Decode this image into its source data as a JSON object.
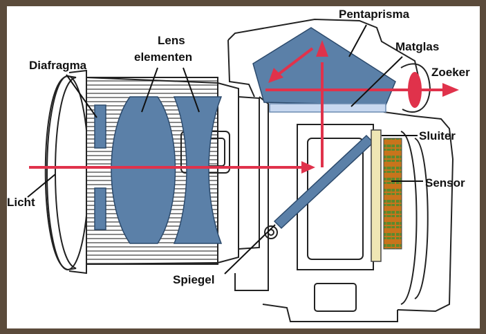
{
  "labels": {
    "pentaprisma": "Pentaprisma",
    "matglas": "Matglas",
    "zoeker": "Zoeker",
    "lens_line1": "Lens",
    "lens_line2": "elementen",
    "diafragma": "Diafragma",
    "sluiter": "Sluiter",
    "sensor": "Sensor",
    "licht": "Licht",
    "spiegel": "Spiegel"
  },
  "colors": {
    "frame": "#5b4b3b",
    "background": "#ffffff",
    "line_art": "#222222",
    "optic_fill": "#5b80a8",
    "optic_stroke": "#2c4a6c",
    "ray": "#e0324b",
    "matglas": "#c8d8f0",
    "sluiter": "#efe6b4",
    "sensor_green": "#5a8a2e",
    "sensor_orange": "#c8741c"
  },
  "icons": [
    "arrow-head-icon"
  ]
}
